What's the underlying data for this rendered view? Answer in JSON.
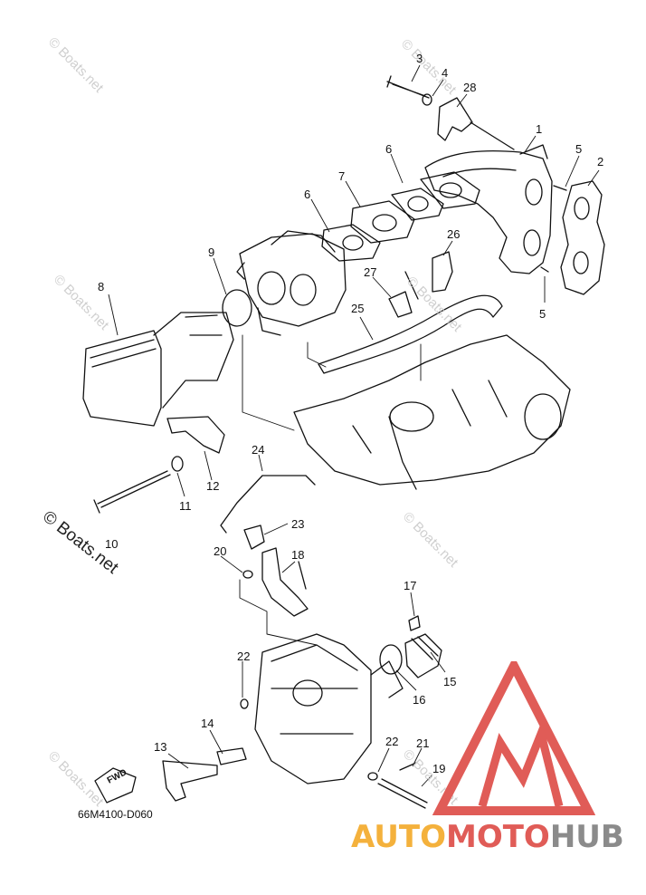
{
  "watermark": "© Boats.net",
  "diagram_code": "66M4100-D060",
  "fwd_label": "FWD",
  "brand": {
    "part1": "AUTO",
    "part2": "MOTO",
    "part3": "HUB",
    "color1": "#f4b13c",
    "color2": "#e05c57",
    "color3": "#8b8b8b"
  },
  "callouts": [
    "1",
    "2",
    "3",
    "4",
    "28",
    "5",
    "5",
    "6",
    "6",
    "7",
    "26",
    "27",
    "8",
    "9",
    "25",
    "24",
    "23",
    "20",
    "18",
    "17",
    "10",
    "11",
    "12",
    "22",
    "15",
    "16",
    "14",
    "13",
    "22",
    "21",
    "19"
  ]
}
